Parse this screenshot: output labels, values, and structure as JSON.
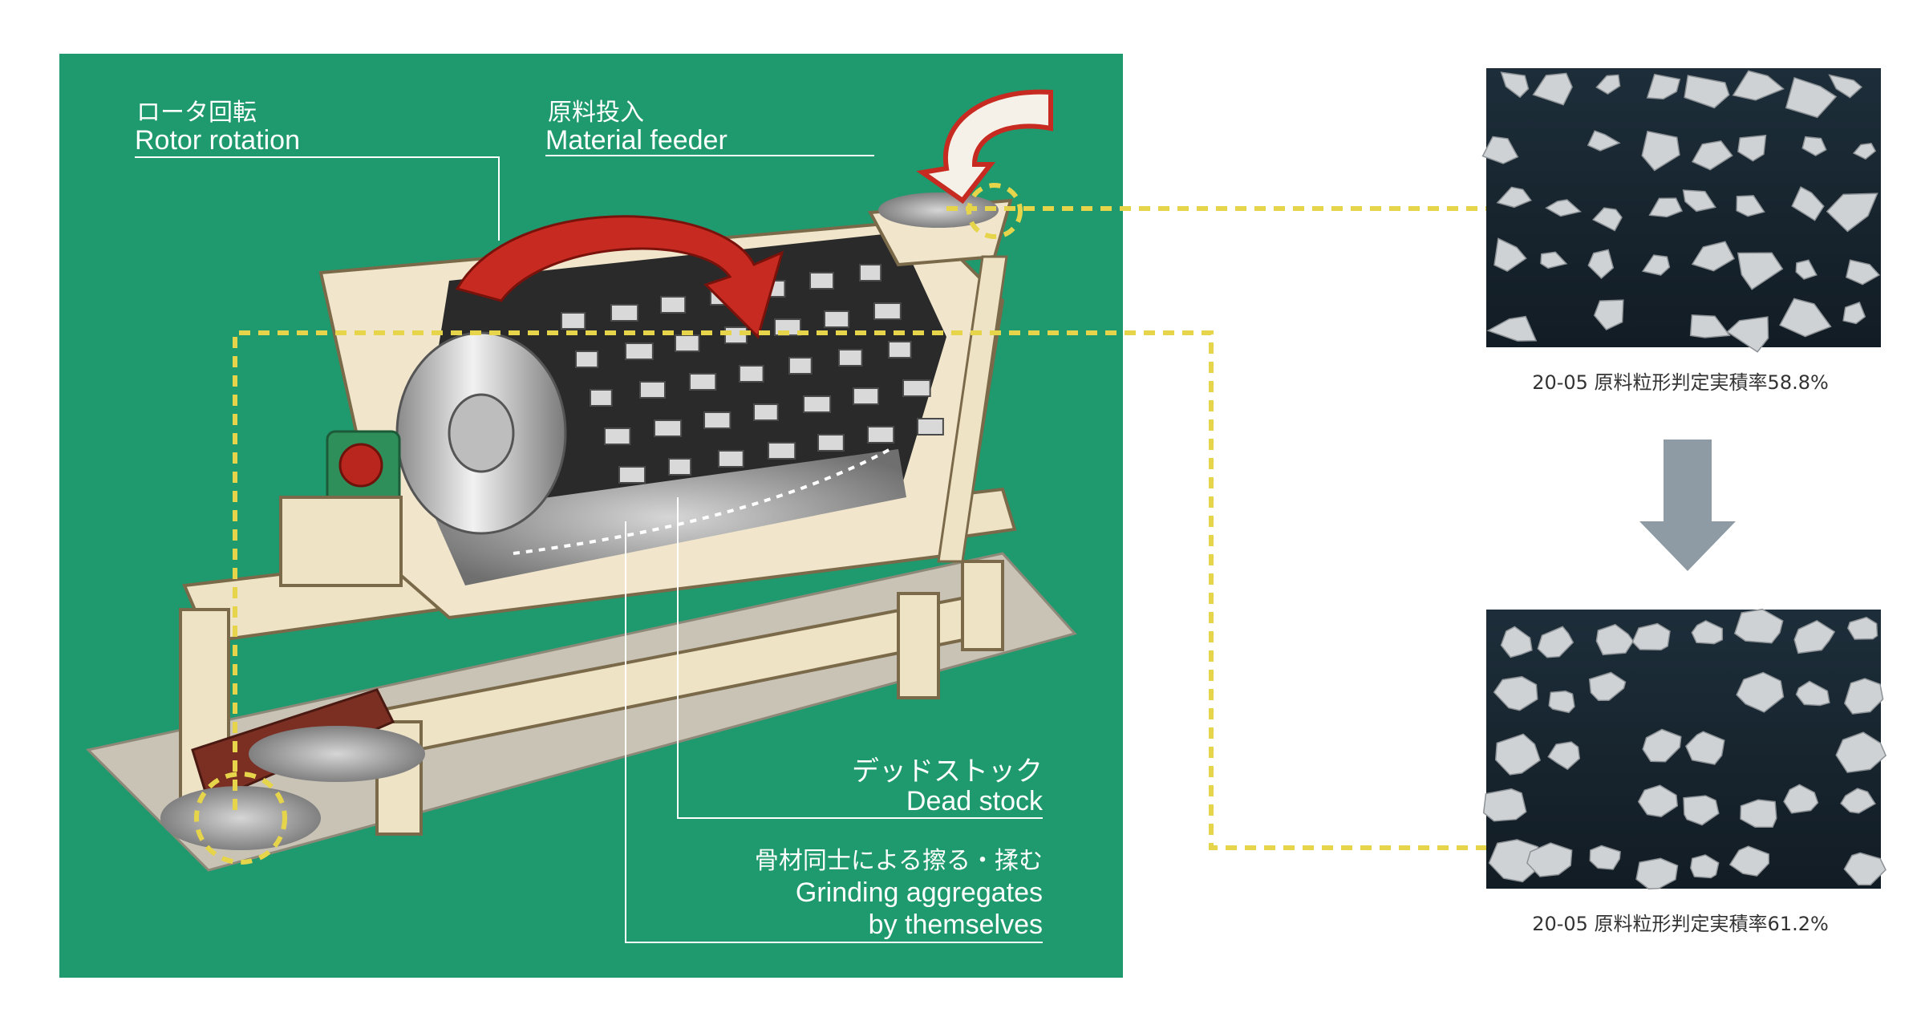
{
  "diagram": {
    "panel_color": "#1f9a6e",
    "guide_color": "#e6d44a",
    "labels": {
      "rotor_jp": "ロータ回転",
      "rotor_en": "Rotor rotation",
      "feeder_jp": "原料投入",
      "feeder_en": "Material feeder",
      "dead_jp": "デッドストック",
      "dead_en": "Dead stock",
      "grind_jp": "骨材同士による擦る・揉む",
      "grind_en_1": "Grinding aggregates",
      "grind_en_2": "by themselves"
    }
  },
  "photos": {
    "before_caption": "20-05 原料粒形判定実積率58.8%",
    "after_caption": "20-05 原料粒形判定実積率61.2%",
    "arrow_color": "#8e9aa4"
  }
}
